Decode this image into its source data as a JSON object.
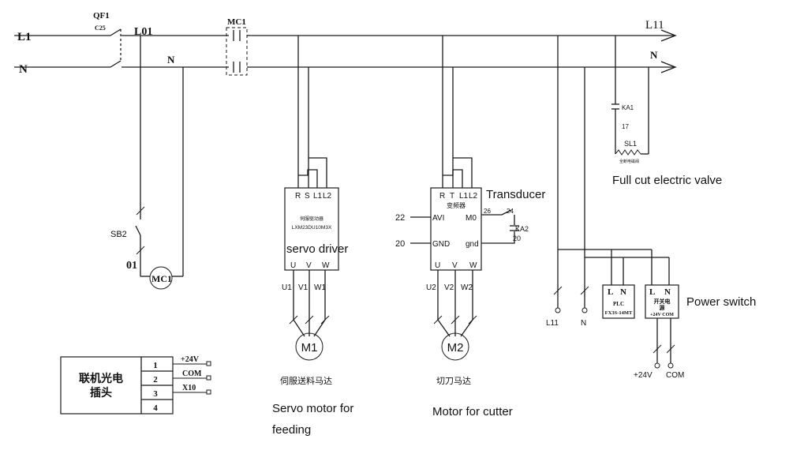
{
  "diagram": {
    "lines": {
      "l1": "L1",
      "n_main": "N",
      "l01": "L01",
      "n_inner": "N",
      "l11": "L11",
      "n_out": "N"
    },
    "breaker": {
      "name": "QF1",
      "rating": "C25"
    },
    "contactor": {
      "name": "MC1",
      "coil": "MC1"
    },
    "switch": {
      "name": "SB2",
      "node": "01"
    },
    "servo_driver": {
      "title": "伺服驱动器",
      "model": "LXM23DU10M3X",
      "label": "servo driver",
      "inputs": [
        "R",
        "S",
        "L1",
        "L2"
      ],
      "outputs": [
        "U",
        "V",
        "W"
      ],
      "wires": [
        "U1",
        "V1",
        "W1"
      ],
      "motor": "M1",
      "motor_cn": "伺服送料马达",
      "motor_en_1": "Servo motor for",
      "motor_en_2": "feeding"
    },
    "transducer": {
      "title": "变频器",
      "label": "Transducer",
      "inputs": [
        "R",
        "T",
        "L1",
        "L2"
      ],
      "outputs": [
        "U",
        "V",
        "W"
      ],
      "wires": [
        "U2",
        "V2",
        "W2"
      ],
      "avi": "AVI",
      "gnd": "GND",
      "m0": "M0",
      "gnd_r": "gnd",
      "w22": "22",
      "w20": "20",
      "w26": "26",
      "w24": "24",
      "ka2": "KA2",
      "w20b": "20",
      "motor": "M2",
      "motor_cn": "切刀马达",
      "motor_en": "Motor for cutter"
    },
    "valve": {
      "relay": "KA1",
      "wire": "17",
      "coil": "SL1",
      "coil_cn": "全断电磁阀",
      "label": "Full cut electric valve"
    },
    "plc": {
      "l": "L",
      "n": "N",
      "name": "PLC",
      "model": "FX3S-14MT"
    },
    "psu": {
      "l": "L",
      "n": "N",
      "name_1": "开关电",
      "name_2": "源",
      "outputs": "+24V COM",
      "label": "Power switch",
      "out_24": "+24V",
      "out_com": "COM"
    },
    "taps": {
      "l11": "L11",
      "n": "N"
    },
    "connector": {
      "title_1": "联机光电",
      "title_2": "插头",
      "pins": [
        "1",
        "2",
        "3",
        "4"
      ],
      "signals": [
        "+24V",
        "COM",
        "X10"
      ]
    }
  }
}
